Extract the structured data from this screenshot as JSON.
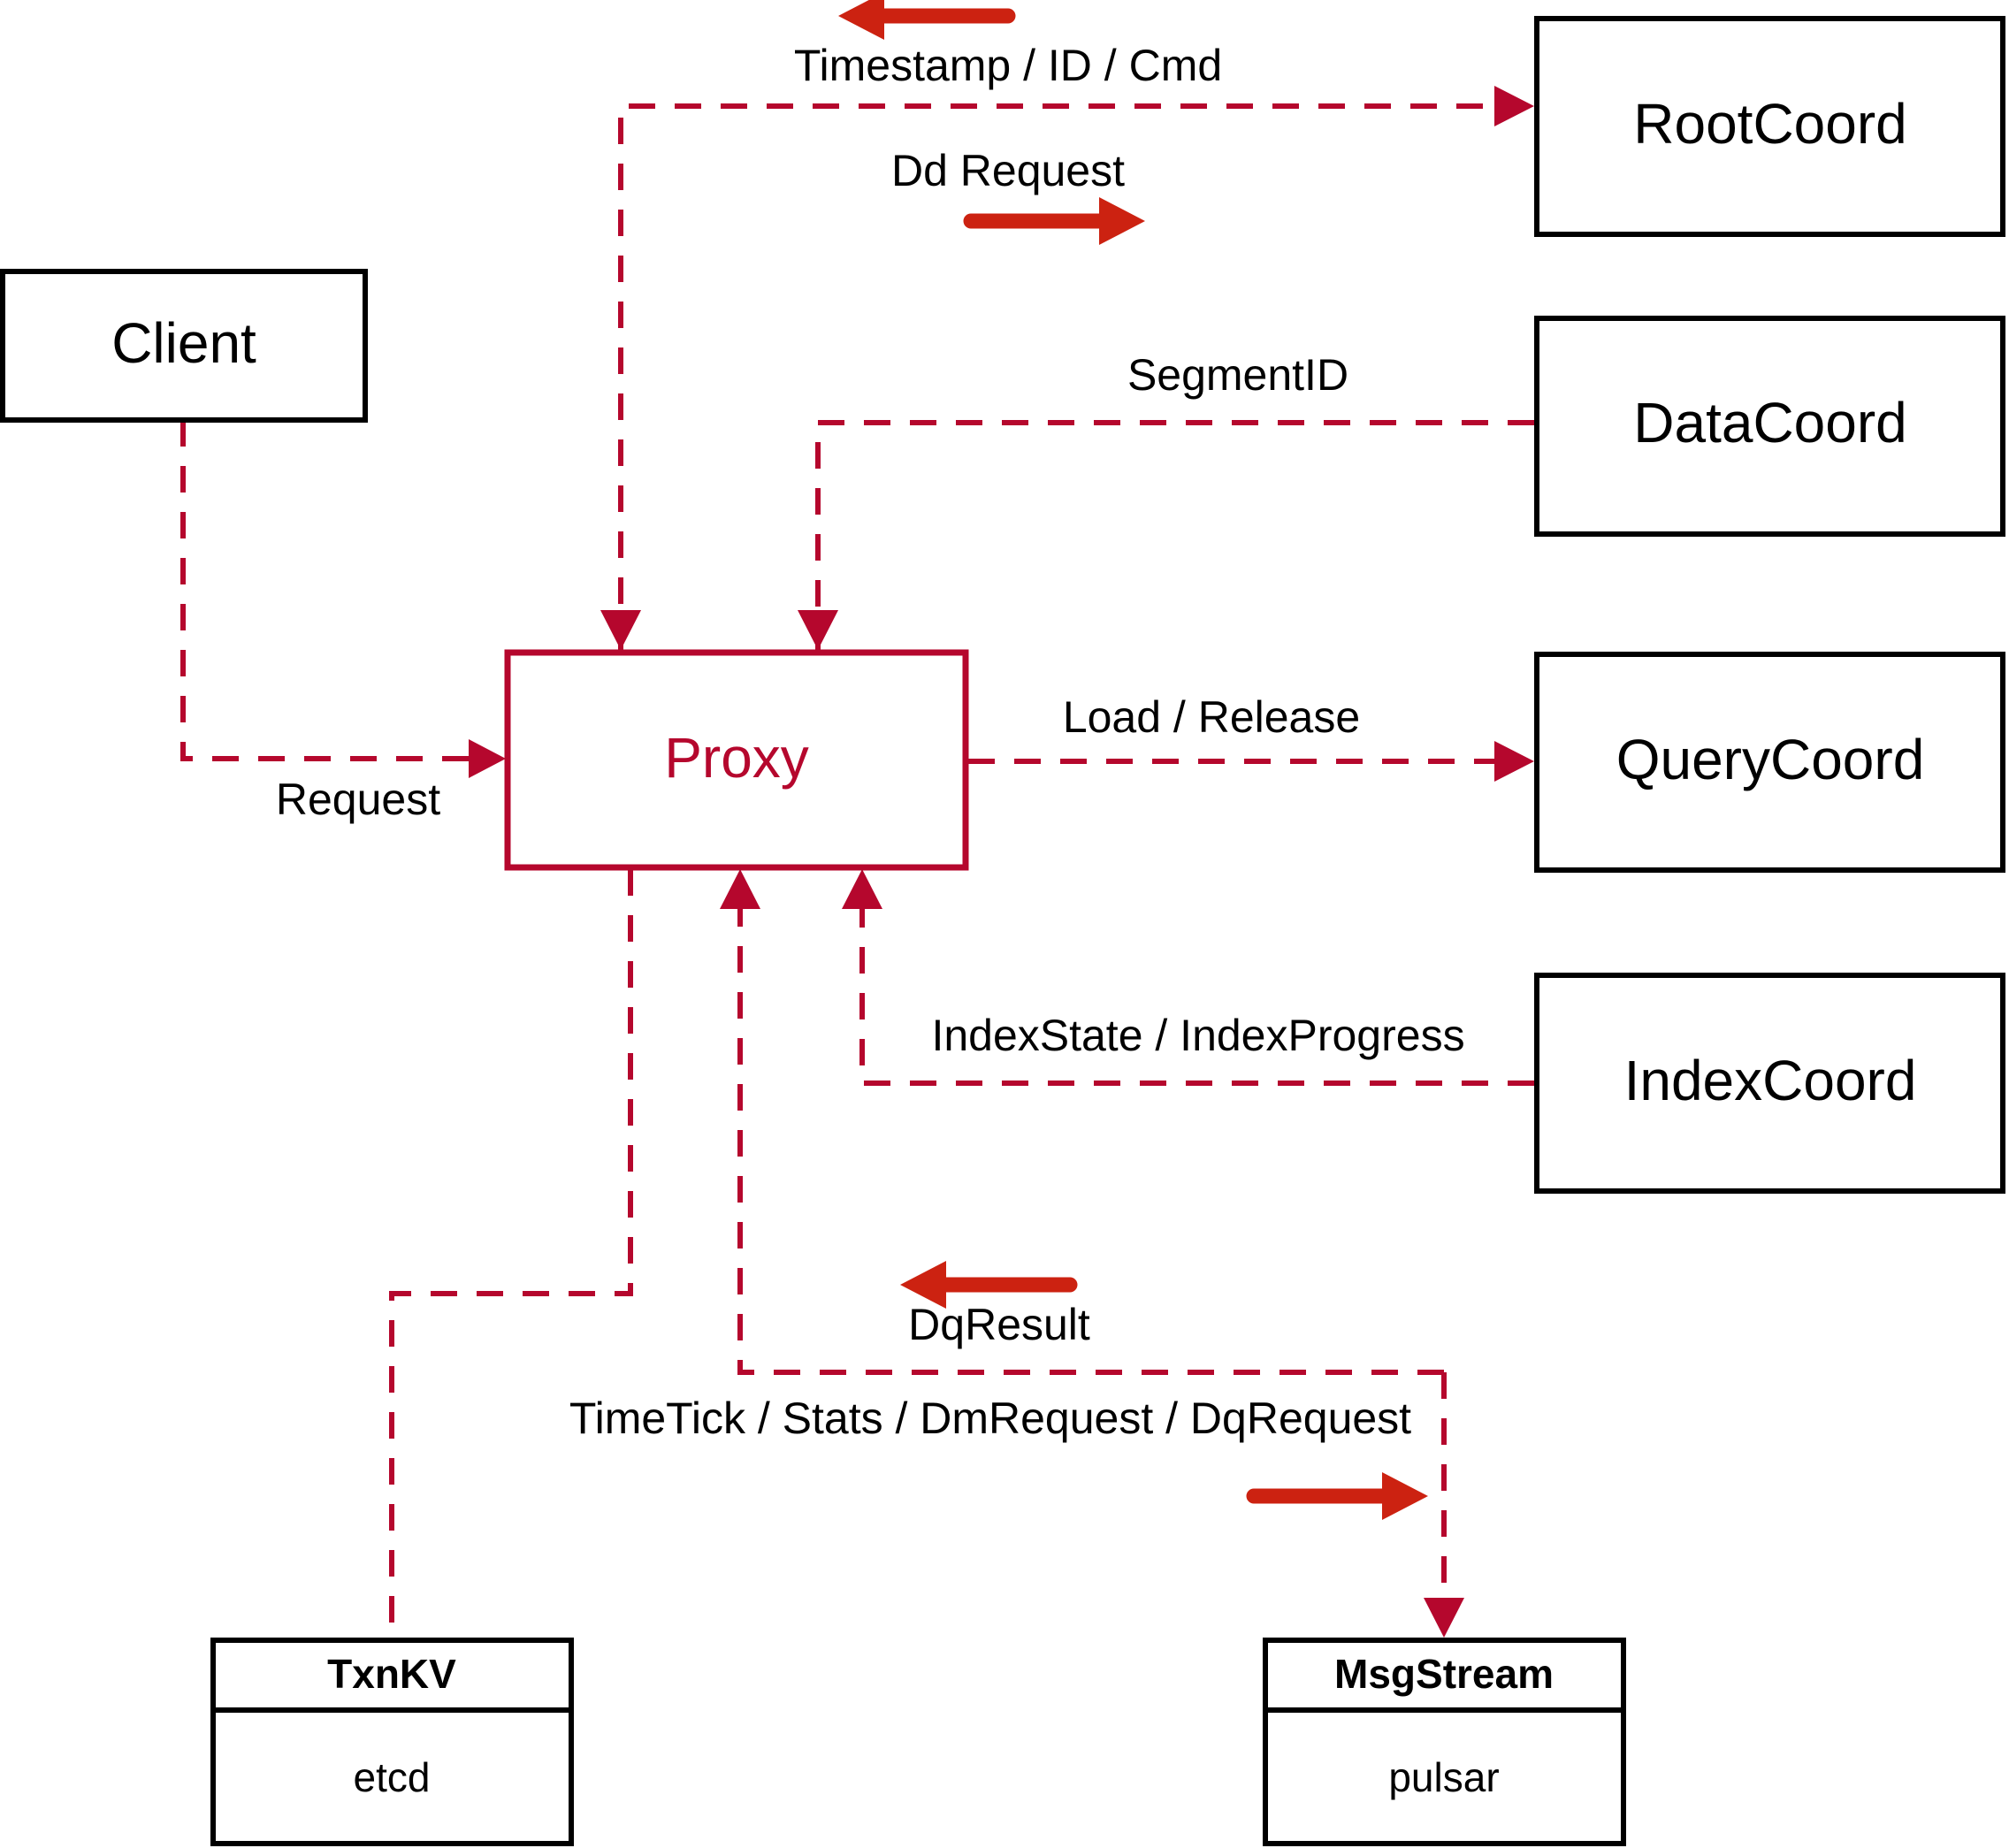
{
  "diagram": {
    "title": "Milvus Proxy interaction diagram",
    "colors": {
      "flow": "#b5072d",
      "annotation_arrow": "#cc2211",
      "node_border": "#000000",
      "proxy_border": "#b5072d",
      "background": "#ffffff"
    },
    "nodes": [
      {
        "id": "client",
        "label": "Client",
        "style": "black"
      },
      {
        "id": "proxy",
        "label": "Proxy",
        "style": "red"
      },
      {
        "id": "rootcoord",
        "label": "RootCoord",
        "style": "black"
      },
      {
        "id": "datacoord",
        "label": "DataCoord",
        "style": "black"
      },
      {
        "id": "querycoord",
        "label": "QueryCoord",
        "style": "black"
      },
      {
        "id": "indexcoord",
        "label": "IndexCoord",
        "style": "black"
      }
    ],
    "component_nodes": [
      {
        "id": "txnkv",
        "header": "TxnKV",
        "body": "etcd"
      },
      {
        "id": "msgstream",
        "header": "MsgStream",
        "body": "pulsar"
      }
    ],
    "edge_labels": {
      "timestamp_id_cmd": "Timestamp / ID / Cmd",
      "dd_request": "Dd Request",
      "segment_id": "SegmentID",
      "load_release": "Load / Release",
      "index_state_progress": "IndexState / IndexProgress",
      "request": "Request",
      "dq_result": "DqResult",
      "timetick_stats": "TimeTick / Stats / DmRequest / DqRequest"
    },
    "annotation_arrows": [
      {
        "id": "timestamp-direction",
        "direction": "left",
        "relates_to": "Timestamp / ID / Cmd"
      },
      {
        "id": "dd-request-direction",
        "direction": "right",
        "relates_to": "Dd Request"
      },
      {
        "id": "dq-result-direction",
        "direction": "left",
        "relates_to": "DqResult"
      },
      {
        "id": "timetick-direction",
        "direction": "right",
        "relates_to": "TimeTick / Stats / DmRequest / DqRequest"
      }
    ]
  }
}
